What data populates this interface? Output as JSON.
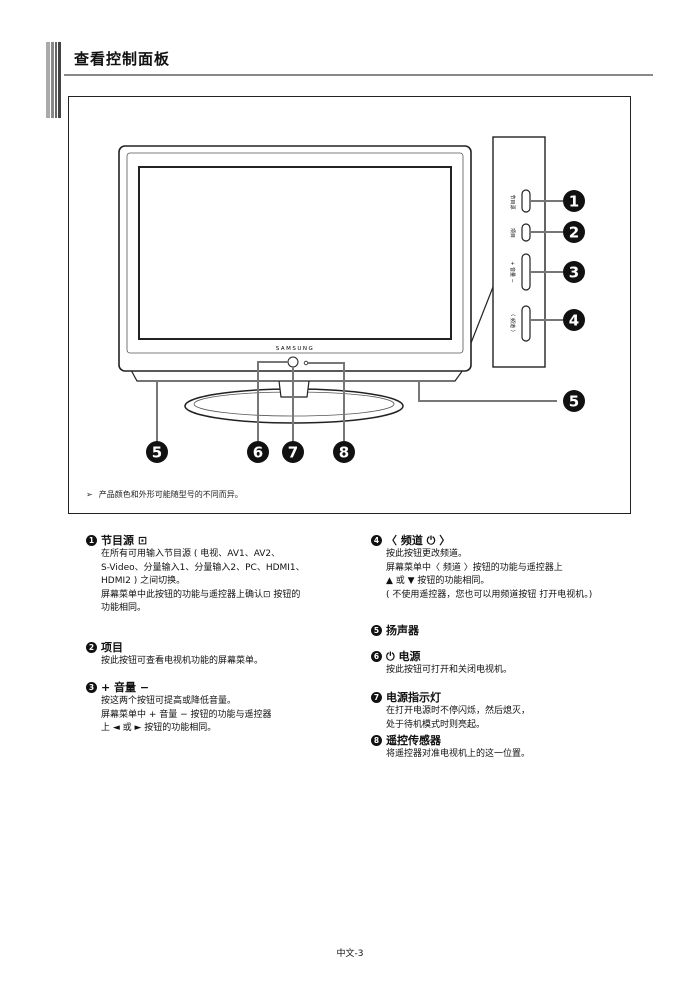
{
  "page": {
    "title": "查看控制面板",
    "note": "产品颜色和外形可能随型号的不同而异。",
    "footer": "中文-3"
  },
  "diagram": {
    "brand": "SAMSUNG",
    "panel_labels": [
      "节目源",
      "项目",
      "+ 音量 −",
      "〈 频道 〉"
    ],
    "markers": [
      "1",
      "2",
      "3",
      "4",
      "5",
      "5",
      "6",
      "7",
      "8"
    ]
  },
  "items": [
    {
      "num": "1",
      "head": "节目源 ⊡",
      "lines": [
        "在所有可用输入节目源 ( 电视、AV1、AV2、",
        "S-Video、分量输入1、分量输入2、PC、HDMI1、",
        "HDMI2 ) 之间切换。",
        "屏幕菜单中此按钮的功能与遥控器上确认⊡ 按钮的",
        "功能相同。"
      ]
    },
    {
      "num": "2",
      "head": "项目",
      "lines": [
        "按此按钮可查看电视机功能的屏幕菜单。"
      ]
    },
    {
      "num": "3",
      "head": "+  音量  −",
      "lines": [
        "按这两个按钮可提高或降低音量。",
        "屏幕菜单中 + 音量 − 按钮的功能与遥控器",
        "上 ◄ 或 ► 按钮的功能相同。"
      ]
    },
    {
      "num": "4",
      "head": "〈 频道 ⏻ 〉",
      "lines": [
        "按此按钮更改频道。",
        "屏幕菜单中〈 频道 〉按钮的功能与遥控器上",
        "▲ 或 ▼ 按钮的功能相同。",
        "( 不使用遥控器，您也可以用频道按钮 打开电视机。)"
      ]
    },
    {
      "num": "5",
      "head": "扬声器",
      "lines": []
    },
    {
      "num": "6",
      "head": "⏻ 电源",
      "lines": [
        "按此按钮可打开和关闭电视机。"
      ]
    },
    {
      "num": "7",
      "head": "电源指示灯",
      "lines": [
        "在打开电源时不停闪烁，然后熄灭，",
        "处于待机模式时则亮起。"
      ]
    },
    {
      "num": "8",
      "head": "遥控传感器",
      "lines": [
        "将遥控器对准电视机上的这一位置。"
      ]
    }
  ]
}
